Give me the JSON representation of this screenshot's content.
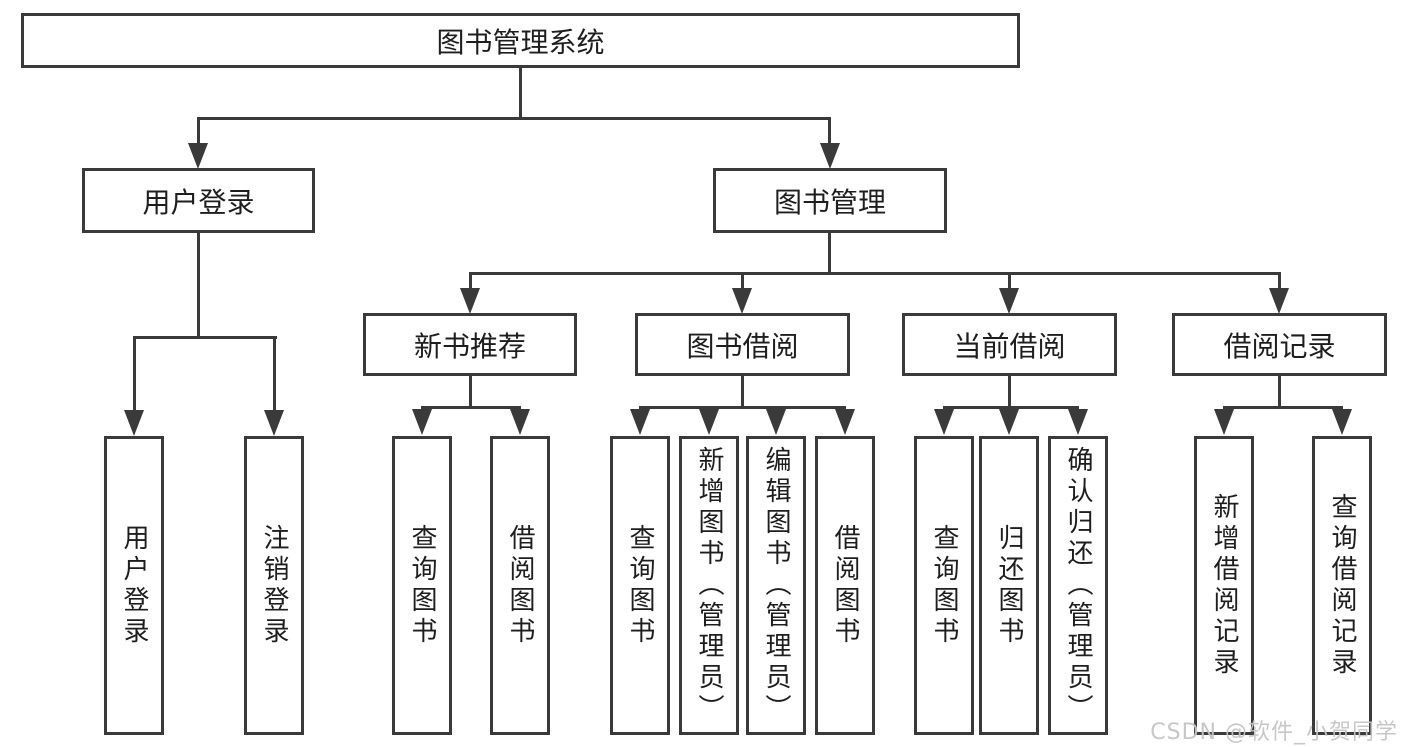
{
  "tree": {
    "root": "图书管理系统",
    "branches": [
      {
        "label": "用户登录",
        "leaves": [
          "用户登录",
          "注销登录"
        ]
      },
      {
        "label": "图书管理",
        "groups": [
          {
            "label": "新书推荐",
            "leaves": [
              "查询图书",
              "借阅图书"
            ]
          },
          {
            "label": "图书借阅",
            "leaves": [
              "查询图书",
              "新增图书（管理员）",
              "编辑图书（管理员）",
              "借阅图书"
            ]
          },
          {
            "label": "当前借阅",
            "leaves": [
              "查询图书",
              "归还图书",
              "确认归还（管理员）"
            ]
          },
          {
            "label": "借阅记录",
            "leaves": [
              "新增借阅记录",
              "查询借阅记录"
            ]
          }
        ]
      }
    ]
  },
  "watermark": {
    "text": "CSDN @软件_小贺同学"
  },
  "colors": {
    "line": "#3a3a3a",
    "text": "#1e1e1e",
    "background": "#ffffff",
    "watermark": "#c4c4c4"
  }
}
